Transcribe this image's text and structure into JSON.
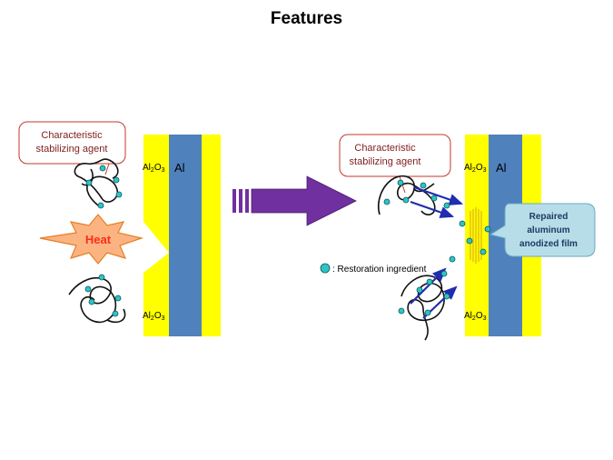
{
  "title": "Features",
  "left_panel": {
    "callout": {
      "line1": "Characteristic",
      "line2": "stabilizing agent"
    },
    "oxide_top": {
      "main": "Al",
      "sub": "2",
      "tail": "O",
      "sub2": "3"
    },
    "oxide_bottom": {
      "main": "Al",
      "sub": "2",
      "tail": "O",
      "sub2": "3"
    },
    "metal": "Al",
    "heat": "Heat"
  },
  "right_panel": {
    "callout": {
      "line1": "Characteristic",
      "line2": "stabilizing agent"
    },
    "oxide_top": {
      "main": "Al",
      "sub": "2",
      "tail": "O",
      "sub2": "3"
    },
    "oxide_bottom": {
      "main": "Al",
      "sub": "2",
      "tail": "O",
      "sub2": "3"
    },
    "metal": "Al",
    "repaired": {
      "line1": "Repaired",
      "line2": "aluminum",
      "line3": "anodized  film"
    },
    "legend": ": Restoration ingredient"
  },
  "colors": {
    "oxide": "#ffff00",
    "metal": "#4f81bd",
    "callout_text": "#7f1d1d",
    "heat_fill": "#fbb481",
    "heat_text": "#ff2a1a",
    "arrow": "#7030a0",
    "particle": "#2ec4c4",
    "repaired_fill": "#b7dee8",
    "repaired_text": "#1f3864",
    "blue_arrow": "#1f2db0"
  }
}
